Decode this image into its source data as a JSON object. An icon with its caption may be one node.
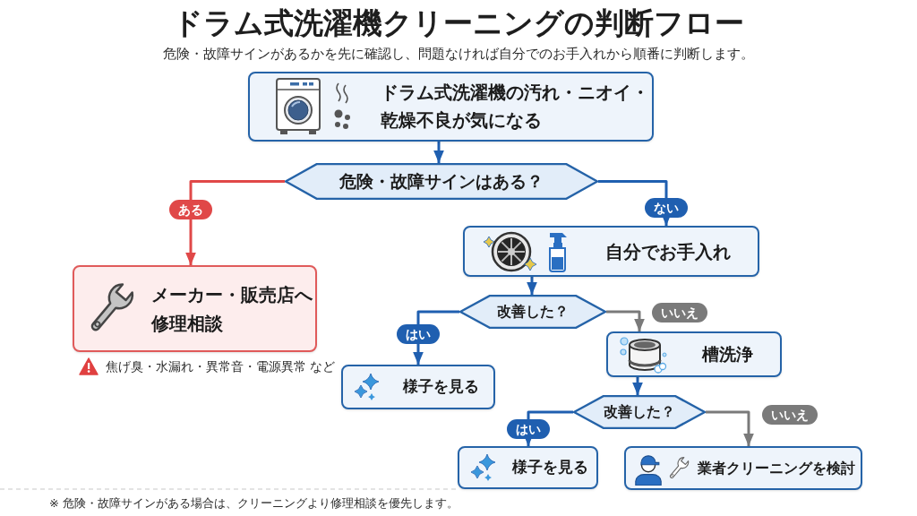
{
  "diagram": {
    "title": "ドラム式洗濯機クリーニングの判断フロー",
    "caption": "※ 危険・故障サインがある場合は、クリーニングより修理相談を優先します。",
    "nodes": [
      {
        "text": [
          "ドラム式洗濯機の汚れ・ニオイ・乾燥不良が気になる"
        ]
      },
      {
        "text": [
          "危険・故障サインはある？"
        ]
      },
      {
        "text": [
          "メーカー・販売店へ修理相談"
        ],
        "beside": [
          "焦げ臭・水漏れ・異常音・電源異常 など"
        ]
      },
      {
        "text": [
          "自分でお手入れ"
        ]
      },
      {
        "text": [
          "改善した？"
        ]
      },
      {
        "text": [
          "様子を見る"
        ]
      },
      {
        "text": [
          "槽洗浄"
        ]
      },
      {
        "text": [
          "改善した？"
        ]
      },
      {
        "text": [
          "様子を見る"
        ]
      },
      {
        "text": [
          "業者クリーニングを検討"
        ]
      }
    ],
    "edges": [
      {
        "from": 0,
        "to": 1,
        "arrow": "to"
      },
      {
        "from": 1,
        "to": 2,
        "arrow": "to",
        "label": "ある",
        "color": "#e04848"
      },
      {
        "from": 1,
        "to": 3,
        "arrow": "to",
        "label": "ない"
      },
      {
        "from": 3,
        "to": 4,
        "arrow": "to"
      },
      {
        "from": 4,
        "to": 5,
        "arrow": "to",
        "label": "はい"
      },
      {
        "from": 4,
        "to": 6,
        "arrow": "to",
        "label": "いいえ",
        "color": "#7a7a7a"
      },
      {
        "from": 6,
        "to": 7,
        "arrow": "to"
      },
      {
        "from": 7,
        "to": 8,
        "arrow": "to",
        "label": "はい"
      },
      {
        "from": 7,
        "to": 9,
        "arrow": "to",
        "label": "いいえ",
        "color": "#7a7a7a"
      }
    ],
    "labels": [
      "危険・故障サインがあるかを先に確認し、問題なければ自分でのお手入れから順番に判断します。"
    ]
  }
}
